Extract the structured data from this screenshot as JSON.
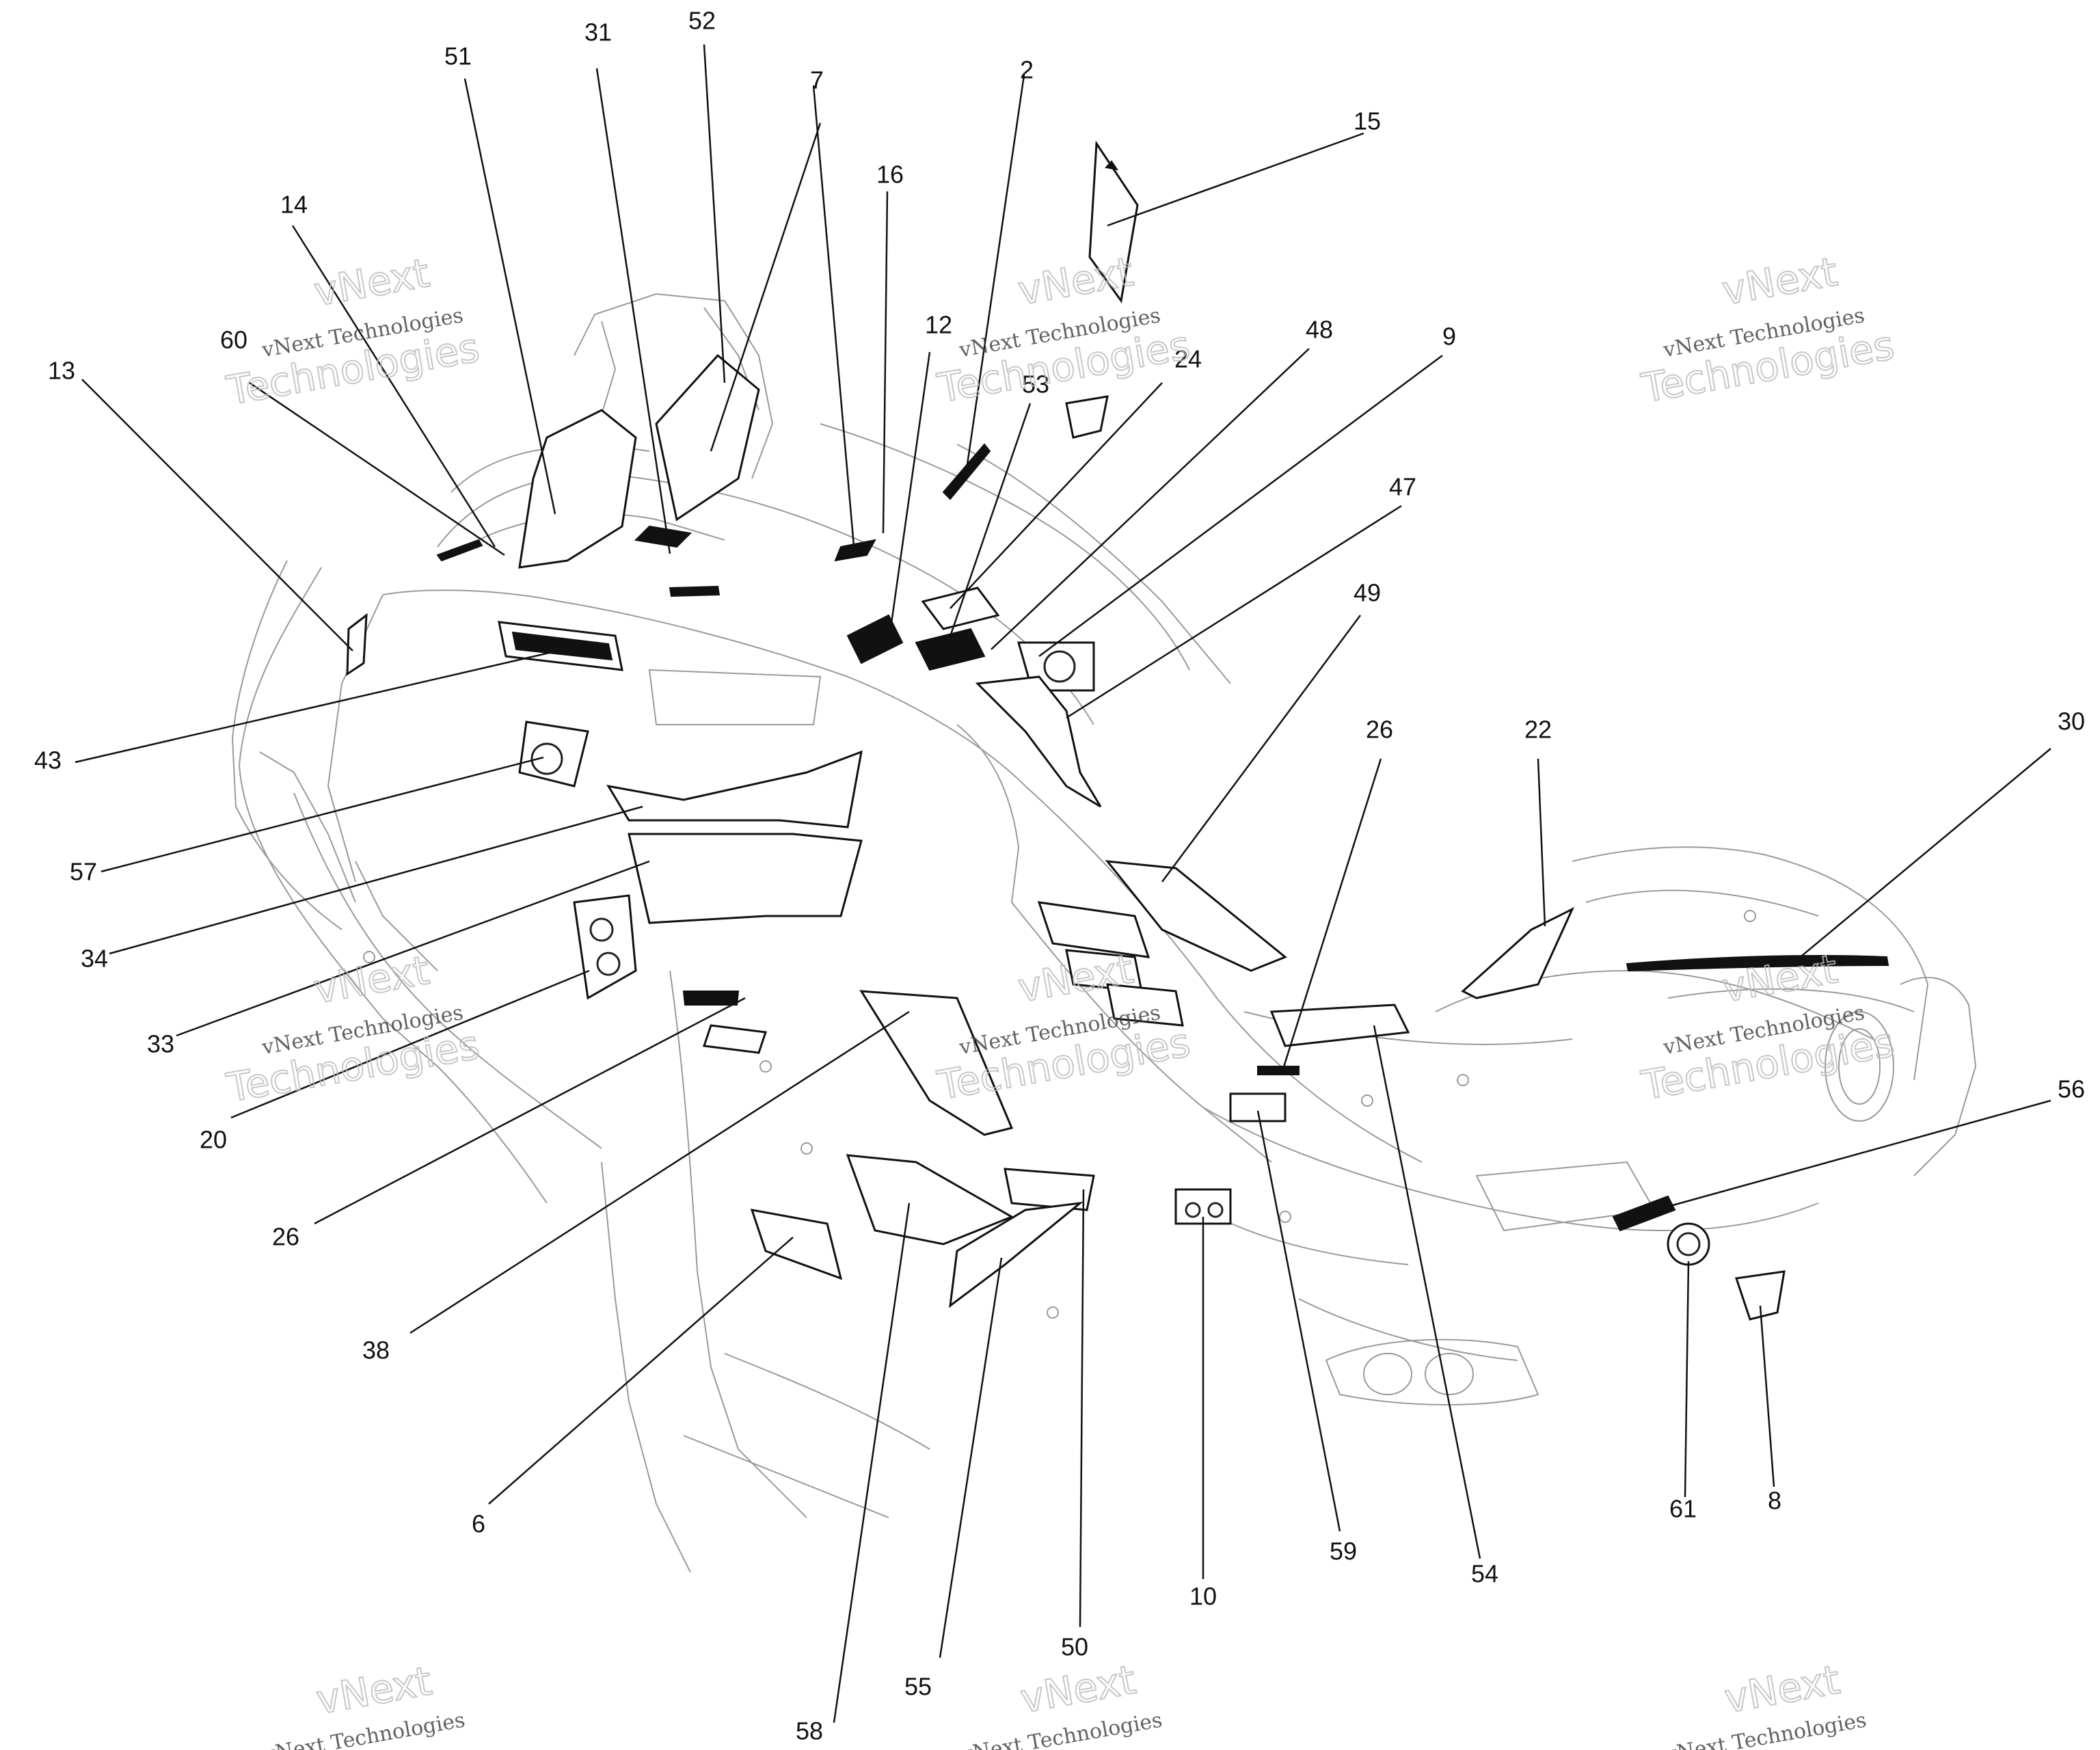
{
  "watermark": {
    "line1": "vNext",
    "line2": "vNext Technologies",
    "line3": "Technologies"
  },
  "callouts": [
    {
      "id": "c2",
      "label": "2"
    },
    {
      "id": "c6",
      "label": "6"
    },
    {
      "id": "c7",
      "label": "7"
    },
    {
      "id": "c8",
      "label": "8"
    },
    {
      "id": "c9",
      "label": "9"
    },
    {
      "id": "c10",
      "label": "10"
    },
    {
      "id": "c12",
      "label": "12"
    },
    {
      "id": "c13",
      "label": "13"
    },
    {
      "id": "c14",
      "label": "14"
    },
    {
      "id": "c15",
      "label": "15"
    },
    {
      "id": "c16",
      "label": "16"
    },
    {
      "id": "c20",
      "label": "20"
    },
    {
      "id": "c22",
      "label": "22"
    },
    {
      "id": "c24",
      "label": "24"
    },
    {
      "id": "c26a",
      "label": "26"
    },
    {
      "id": "c26b",
      "label": "26"
    },
    {
      "id": "c30",
      "label": "30"
    },
    {
      "id": "c31",
      "label": "31"
    },
    {
      "id": "c33",
      "label": "33"
    },
    {
      "id": "c34",
      "label": "34"
    },
    {
      "id": "c38",
      "label": "38"
    },
    {
      "id": "c43",
      "label": "43"
    },
    {
      "id": "c47",
      "label": "47"
    },
    {
      "id": "c48",
      "label": "48"
    },
    {
      "id": "c49",
      "label": "49"
    },
    {
      "id": "c50",
      "label": "50"
    },
    {
      "id": "c51",
      "label": "51"
    },
    {
      "id": "c52",
      "label": "52"
    },
    {
      "id": "c53",
      "label": "53"
    },
    {
      "id": "c54",
      "label": "54"
    },
    {
      "id": "c55",
      "label": "55"
    },
    {
      "id": "c56",
      "label": "56"
    },
    {
      "id": "c57",
      "label": "57"
    },
    {
      "id": "c58",
      "label": "58"
    },
    {
      "id": "c59",
      "label": "59"
    },
    {
      "id": "c60",
      "label": "60"
    },
    {
      "id": "c61",
      "label": "61"
    }
  ]
}
